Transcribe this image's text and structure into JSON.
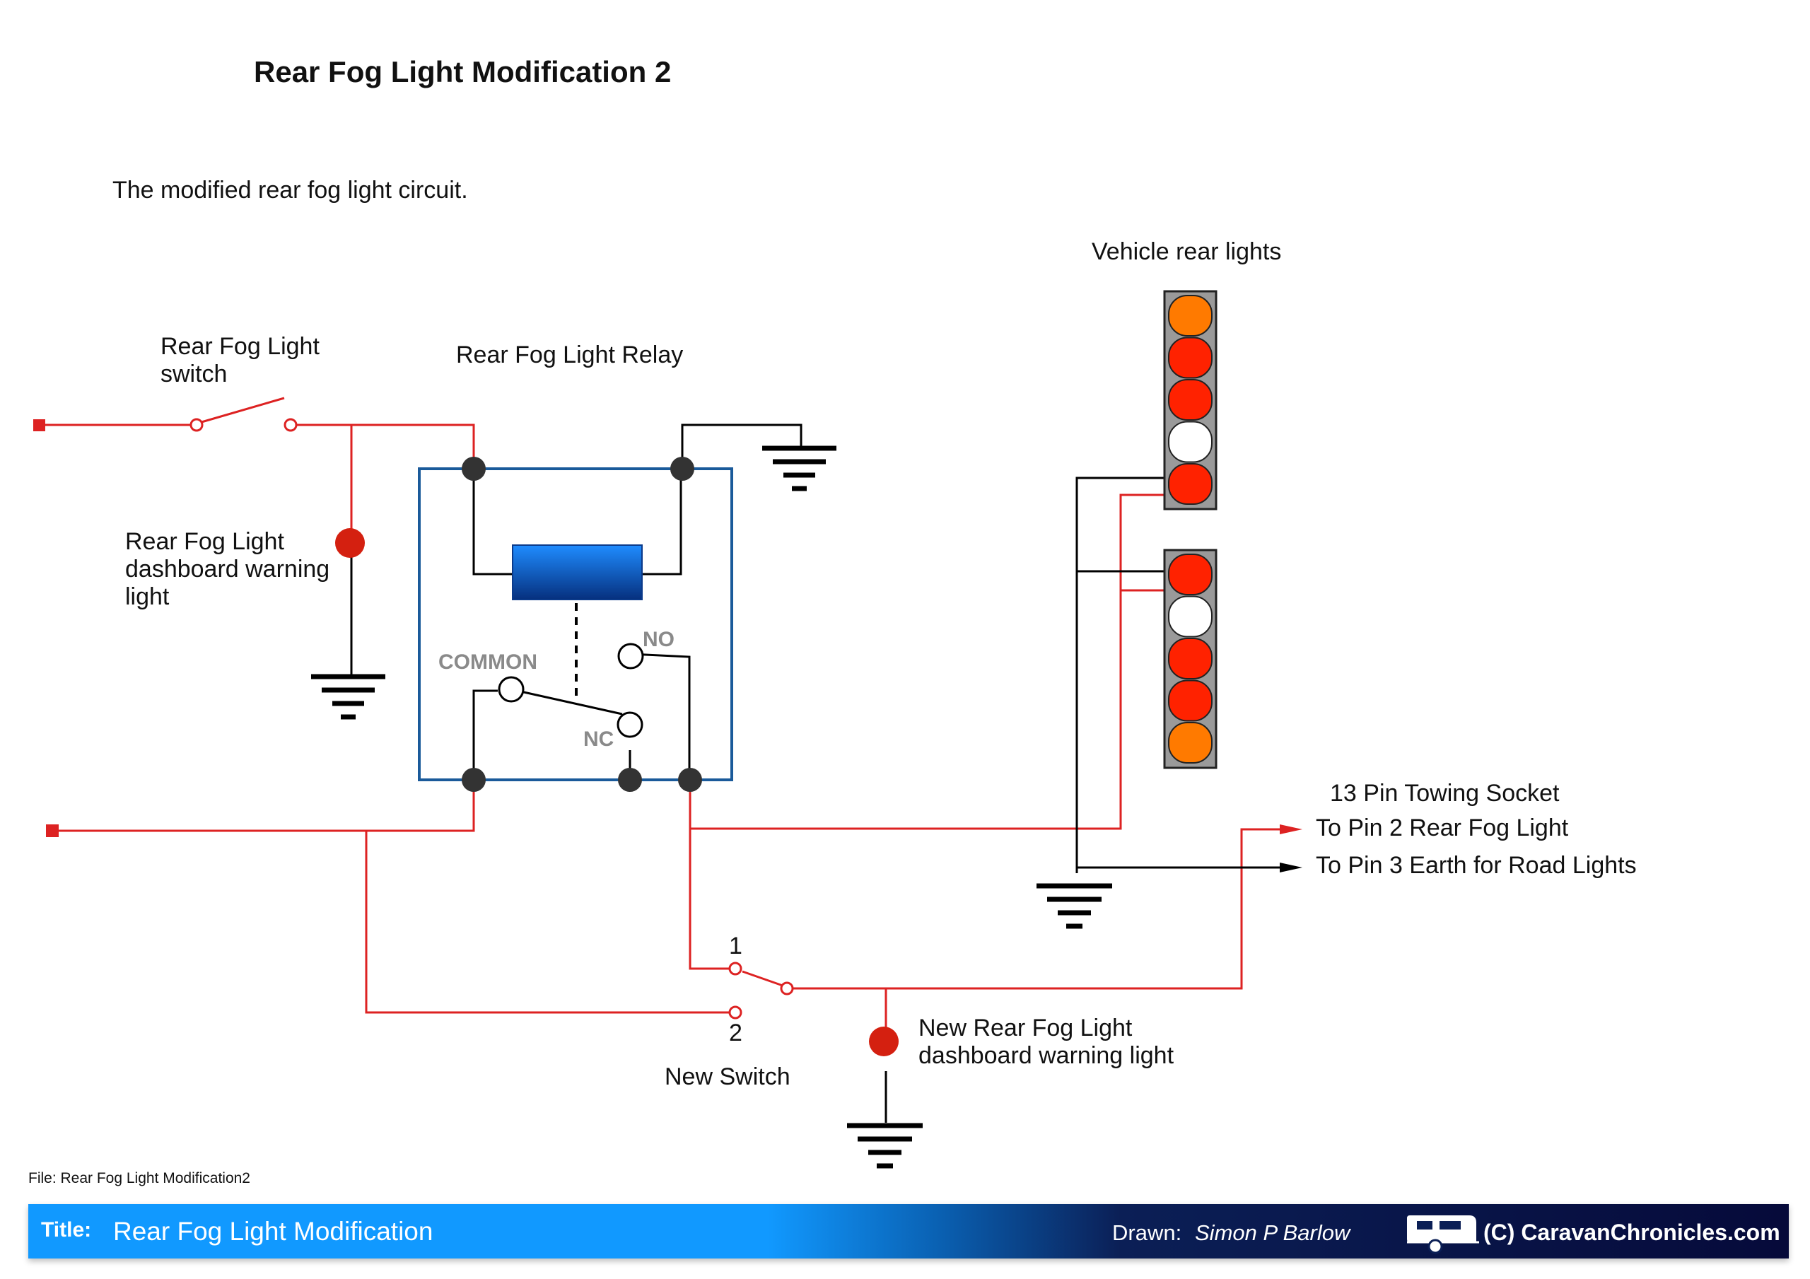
{
  "header": {
    "title": "Rear Fog Light Modification 2",
    "subtitle": "The modified rear fog light circuit."
  },
  "labels": {
    "switch_line1": "Rear Fog Light",
    "switch_line2": "switch",
    "relay": "Rear Fog Light Relay",
    "warning_line1": "Rear Fog Light",
    "warning_line2": "dashboard warning",
    "warning_line3": "light",
    "vehicle_rear_lights": "Vehicle rear lights",
    "common": "COMMON",
    "no": "NO",
    "nc": "NC",
    "socket_title": "13 Pin Towing Socket",
    "pin2": "To Pin 2 Rear Fog Light",
    "pin3": "To Pin 3 Earth for Road Lights",
    "switch_pos1": "1",
    "switch_pos2": "2",
    "new_switch": "New Switch",
    "new_warning_line1": "New Rear Fog Light",
    "new_warning_line2": "dashboard warning light"
  },
  "footer": {
    "file_label": "File: Rear Fog Light Modification2",
    "title_label": "Title:",
    "title_value": "Rear Fog Light Modification",
    "drawn_label": "Drawn:",
    "drawn_name": "Simon P Barlow",
    "copyright": "(C) CaravanChronicles.com",
    "logo_icon": "caravan-icon"
  },
  "colors": {
    "wire_live": "#dd2222",
    "wire_earth": "#000000",
    "relay_border": "#1a5a9a",
    "relay_coil": "#0b57c9",
    "lamp_amber": "#ff7a00",
    "lamp_red": "#ff2200",
    "lamp_white": "#ffffff",
    "lamp_housing": "#9a9a9a",
    "warning_lamp": "#d42010"
  },
  "rear_lights": {
    "upper_cluster": [
      "amber",
      "red",
      "red",
      "white",
      "red"
    ],
    "lower_cluster": [
      "red",
      "white",
      "red",
      "red",
      "amber"
    ]
  }
}
